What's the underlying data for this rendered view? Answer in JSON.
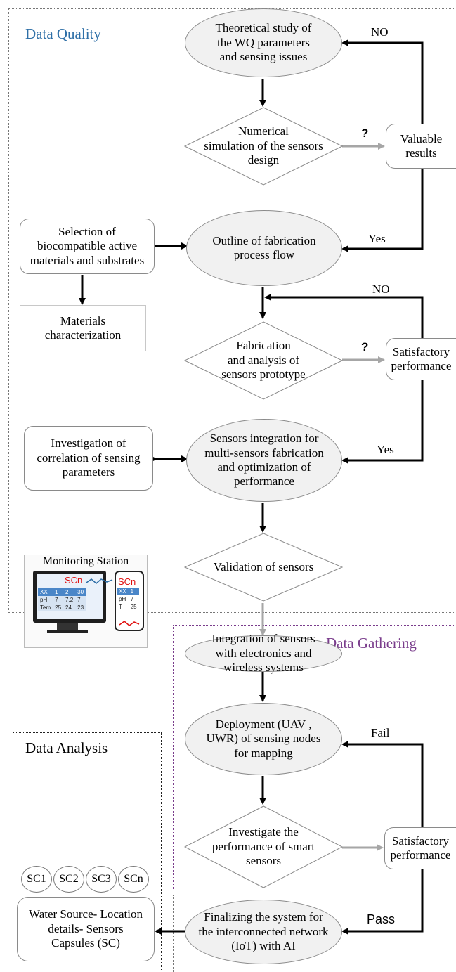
{
  "sections": {
    "quality_title": "Data Quality",
    "gathering_title": "Data Gathering",
    "analysis_title": "Data Analysis"
  },
  "nodes": {
    "theoretical": "Theoretical study of\nthe WQ parameters\nand sensing issues",
    "numerical": "Numerical\nsimulation of the sensors\ndesign",
    "valuable": "Valuable\nresults",
    "selection": "Selection of\nbiocompatible active\nmaterials and substrates",
    "outline": "Outline of fabrication\nprocess flow",
    "materials": "Materials\ncharacterization",
    "fabrication": "Fabrication\nand analysis of\nsensors prototype",
    "satisfactory1": "Satisfactory\nperformance",
    "investigation": "Investigation of\ncorrelation of sensing\nparameters",
    "integration": "Sensors integration for\nmulti-sensors fabrication\nand optimization of\nperformance",
    "validation": "Validation of sensors",
    "integration_electronics": "Integration of sensors\nwith electronics and\nwireless systems",
    "deployment": "Deployment (UAV ,\nUWR) of sensing nodes\nfor mapping",
    "investigate_perf": "Investigate the\nperformance of smart\nsensors",
    "satisfactory2": "Satisfactory\nperformance",
    "finalizing": "Finalizing the system for\nthe interconnected network\n(IoT) with AI",
    "water_source": "Water Source- Location\ndetails- Sensors\nCapsules (SC)"
  },
  "edge_labels": {
    "no1": "NO",
    "q1": "?",
    "yes1": "Yes",
    "no2": "NO",
    "q2": "?",
    "yes2": "Yes",
    "fail": "Fail",
    "pass": "Pass"
  },
  "monitoring": {
    "title": "Monitoring Station",
    "screen_tag": "SCn",
    "phone_tag": "SCn",
    "table_rows": [
      [
        "XX",
        "1",
        "2",
        "30"
      ],
      [
        "pH",
        "7",
        "7.2",
        "7"
      ],
      [
        "Tem",
        "25",
        "24",
        "23"
      ]
    ],
    "phone_rows": [
      [
        "XX",
        "1"
      ],
      [
        "pH",
        "7"
      ],
      [
        "T",
        "25"
      ]
    ]
  },
  "capsules": [
    "SC1",
    "SC2",
    "SC3",
    "SCn"
  ],
  "colors": {
    "quality_title": "#2e6fa7",
    "gathering_title": "#7a3d8c",
    "arrow_black": "#000000",
    "arrow_gray": "#a6a6a6",
    "oval_fill": "#f1f1f1"
  }
}
